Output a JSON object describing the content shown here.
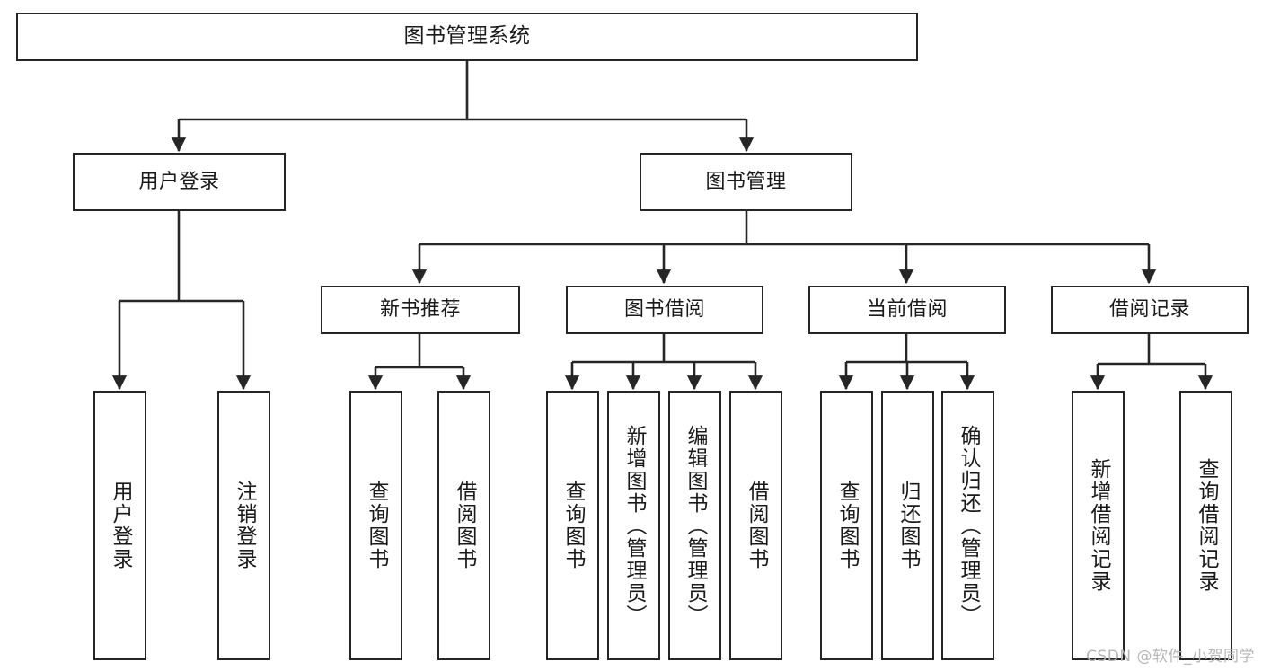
{
  "diagram": {
    "type": "tree",
    "title": "图书管理系统",
    "watermark": "CSDN @软件_小贺同学",
    "colors": {
      "box_border": "#262626",
      "box_fill": "#ffffff",
      "edge": "#262626",
      "text": "#1a1a1a",
      "watermark": "#b6b6b6",
      "background": "#ffffff"
    },
    "nodes": {
      "root": {
        "label": "图书管理系统"
      },
      "level2": [
        {
          "label": "用户登录"
        },
        {
          "label": "图书管理"
        }
      ],
      "level3": [
        {
          "label": "新书推荐"
        },
        {
          "label": "图书借阅"
        },
        {
          "label": "当前借阅"
        },
        {
          "label": "借阅记录"
        }
      ],
      "leaves_user_login": [
        {
          "label": "用户登录"
        },
        {
          "label": "注销登录"
        }
      ],
      "leaves_new_book": [
        {
          "label": "查询图书"
        },
        {
          "label": "借阅图书"
        }
      ],
      "leaves_borrow": [
        {
          "label": "查询图书"
        },
        {
          "label": "新增图书（管理员）"
        },
        {
          "label": "编辑图书（管理员）"
        },
        {
          "label": "借阅图书"
        }
      ],
      "leaves_current": [
        {
          "label": "查询图书"
        },
        {
          "label": "归还图书"
        },
        {
          "label": "确认归还（管理员）"
        }
      ],
      "leaves_record": [
        {
          "label": "新增借阅记录"
        },
        {
          "label": "查询借阅记录"
        }
      ]
    }
  }
}
